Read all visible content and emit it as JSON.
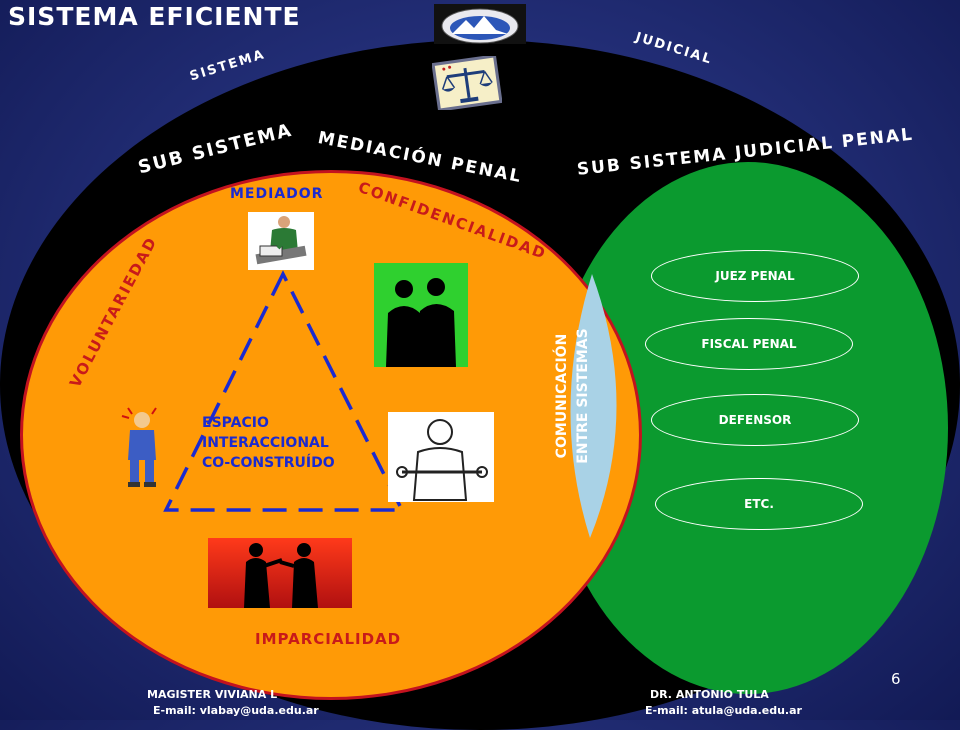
{
  "title": "SISTEMA EFICIENTE",
  "curved_labels": {
    "sistema": "SISTEMA",
    "judicial": "JUDICIAL",
    "sub_sistema": "SUB SISTEMA",
    "mediacion_penal": "MEDIACIÓN PENAL",
    "sub_sistema_judicial_penal": "SUB SISTEMA JUDICIAL PENAL"
  },
  "mediation": {
    "mediador": "MEDIADOR",
    "confidencialidad": "CONFIDENCIALIDAD",
    "voluntariedad": "VOLUNTARIEDAD",
    "imparcialidad": "IMPARCIALIDAD",
    "espacio_lines": [
      "ESPACIO",
      "INTERACCIONAL",
      "CO-CONSTRUÍDO"
    ]
  },
  "communication": [
    "COMUNICACIÓN",
    "ENTRE SISTEMAS"
  ],
  "judicial_roles": [
    "JUEZ PENAL",
    "FISCAL PENAL",
    "DEFENSOR",
    "ETC."
  ],
  "footer": {
    "left_name": "MAGISTER VIVIANA L",
    "left_email": "E-mail: vlabay@uda.edu.ar",
    "right_name": "DR. ANTONIO TULA",
    "right_email": "E-mail: atula@uda.edu.ar"
  },
  "page_number": "6",
  "colors": {
    "background": "#24307a",
    "system": "#000000",
    "judicial_subsystem": "#0b9a2f",
    "mediation_subsystem": "#ff9a06",
    "mediation_border": "#c3121f",
    "communication": "#a9d2e6",
    "triangle": "#1b2ad0"
  }
}
